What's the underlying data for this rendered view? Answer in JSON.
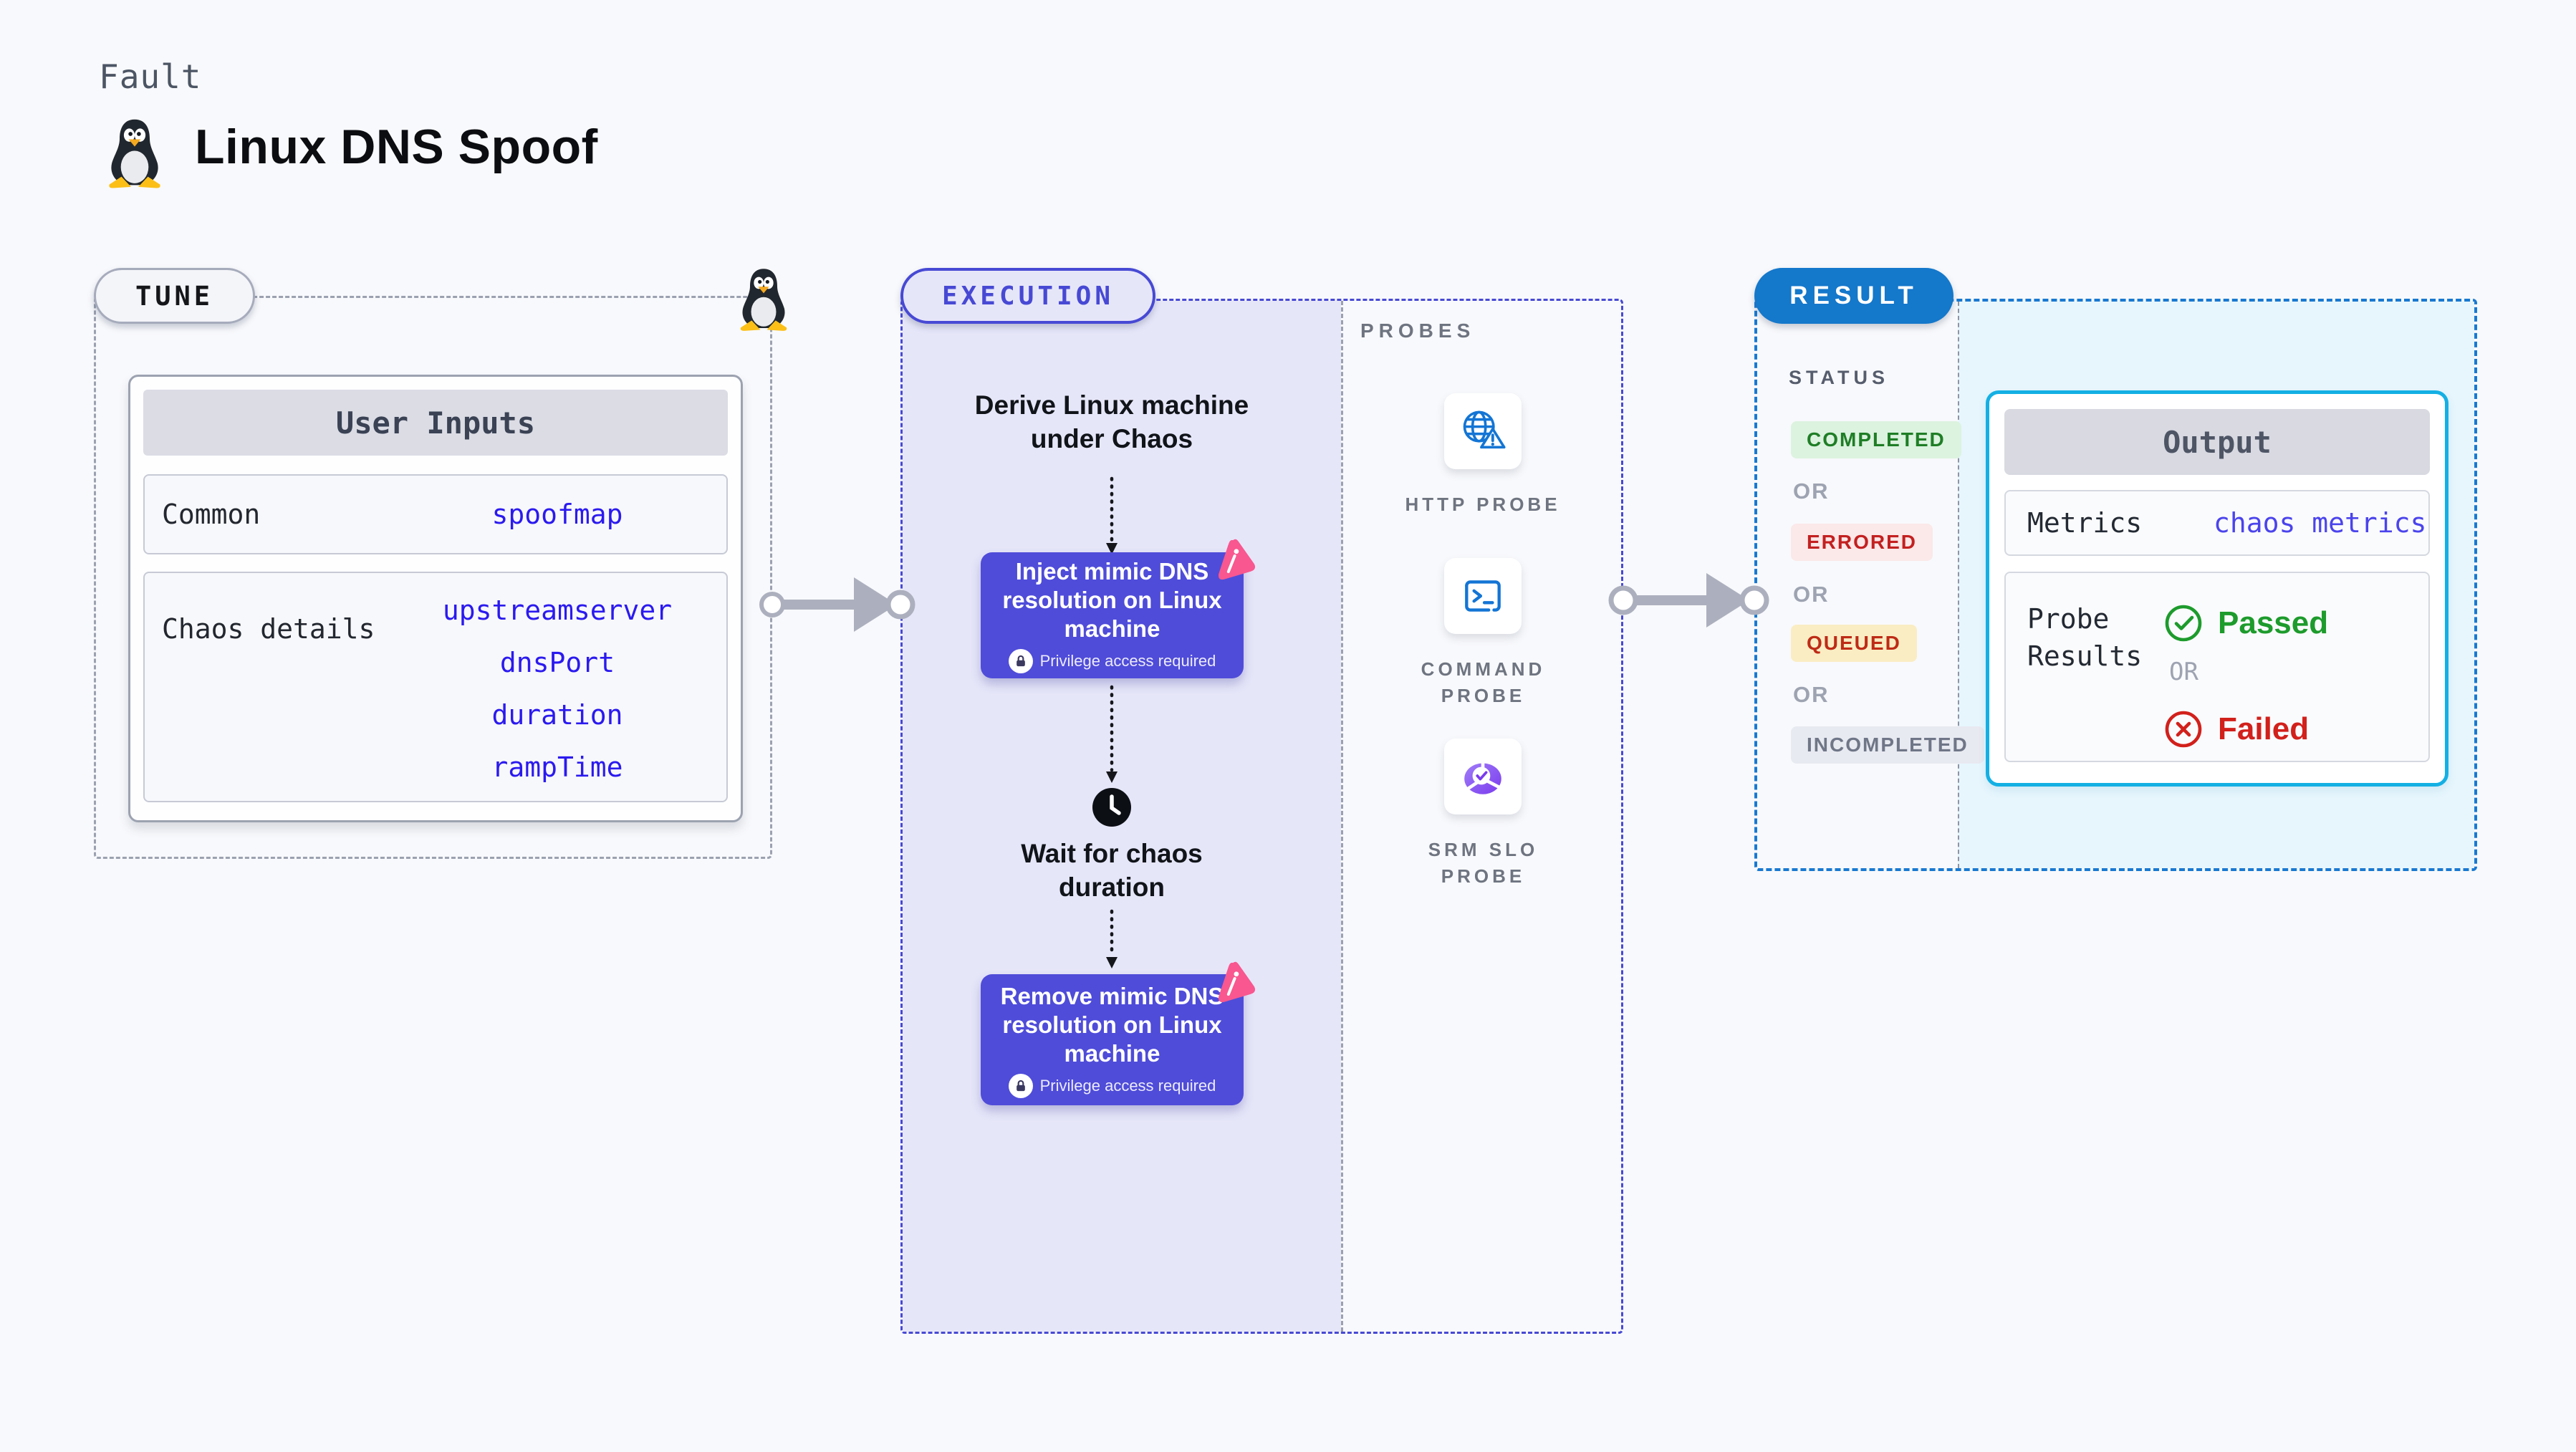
{
  "colors": {
    "page-bg": "#F8F9FC",
    "accent-indigo": "#4749D4",
    "lavender": "#E6E6F9",
    "step-purple": "#4F4CD9",
    "link-blue": "#2B1AEF",
    "link-indigo": "#4B44EC",
    "result-blue": "#1478CB",
    "result-dash": "#1879D1",
    "cyan-border": "#14B0E4",
    "cyan-bg": "#E7F6FD",
    "gray-border": "#9BA1B0",
    "arrow-gray": "#ACB0BE",
    "icon-blue": "#1375D5",
    "pink": "#F8578F",
    "green": "#1D9B2C",
    "red": "#D2201B"
  },
  "header": {
    "category": "Fault",
    "title": "Linux DNS Spoof",
    "platform_icon": "tux-penguin-icon"
  },
  "tune": {
    "badge": "TUNE",
    "table": {
      "header": "User Inputs",
      "rows": [
        {
          "label": "Common",
          "links": [
            "spoofmap"
          ]
        },
        {
          "label": "Chaos details",
          "links": [
            "upstreamserver",
            "dnsPort",
            "duration",
            "rampTime"
          ]
        }
      ]
    }
  },
  "execution": {
    "badge": "EXECUTION",
    "derive_step": "Derive Linux machine under Chaos",
    "inject_step": "Inject mimic DNS resolution on Linux machine",
    "wait_step": "Wait for chaos duration",
    "remove_step": "Remove mimic DNS resolution on Linux machine",
    "privilege_note": "Privilege access required"
  },
  "probes": {
    "label": "PROBES",
    "items": [
      {
        "name": "HTTP PROBE",
        "icon": "globe-alert-icon"
      },
      {
        "name": "COMMAND PROBE",
        "icon": "terminal-icon"
      },
      {
        "name": "SRM SLO PROBE",
        "icon": "slo-pie-check-icon"
      }
    ]
  },
  "result": {
    "badge": "RESULT",
    "status_label": "STATUS",
    "or_label": "OR",
    "statuses": [
      {
        "label": "COMPLETED",
        "bg": "#DCF3DF",
        "color": "#1F7E26"
      },
      {
        "label": "ERRORED",
        "bg": "#FBE8E8",
        "color": "#C32020"
      },
      {
        "label": "QUEUED",
        "bg": "#FAEDC4",
        "color": "#BE2B16"
      },
      {
        "label": "INCOMPLETED",
        "bg": "#E8EAF1",
        "color": "#6F7687"
      }
    ],
    "output": {
      "header": "Output",
      "metrics_label": "Metrics",
      "metrics_link": "chaos metrics",
      "probe_results_label": "Probe Results",
      "passed_label": "Passed",
      "failed_label": "Failed"
    }
  }
}
